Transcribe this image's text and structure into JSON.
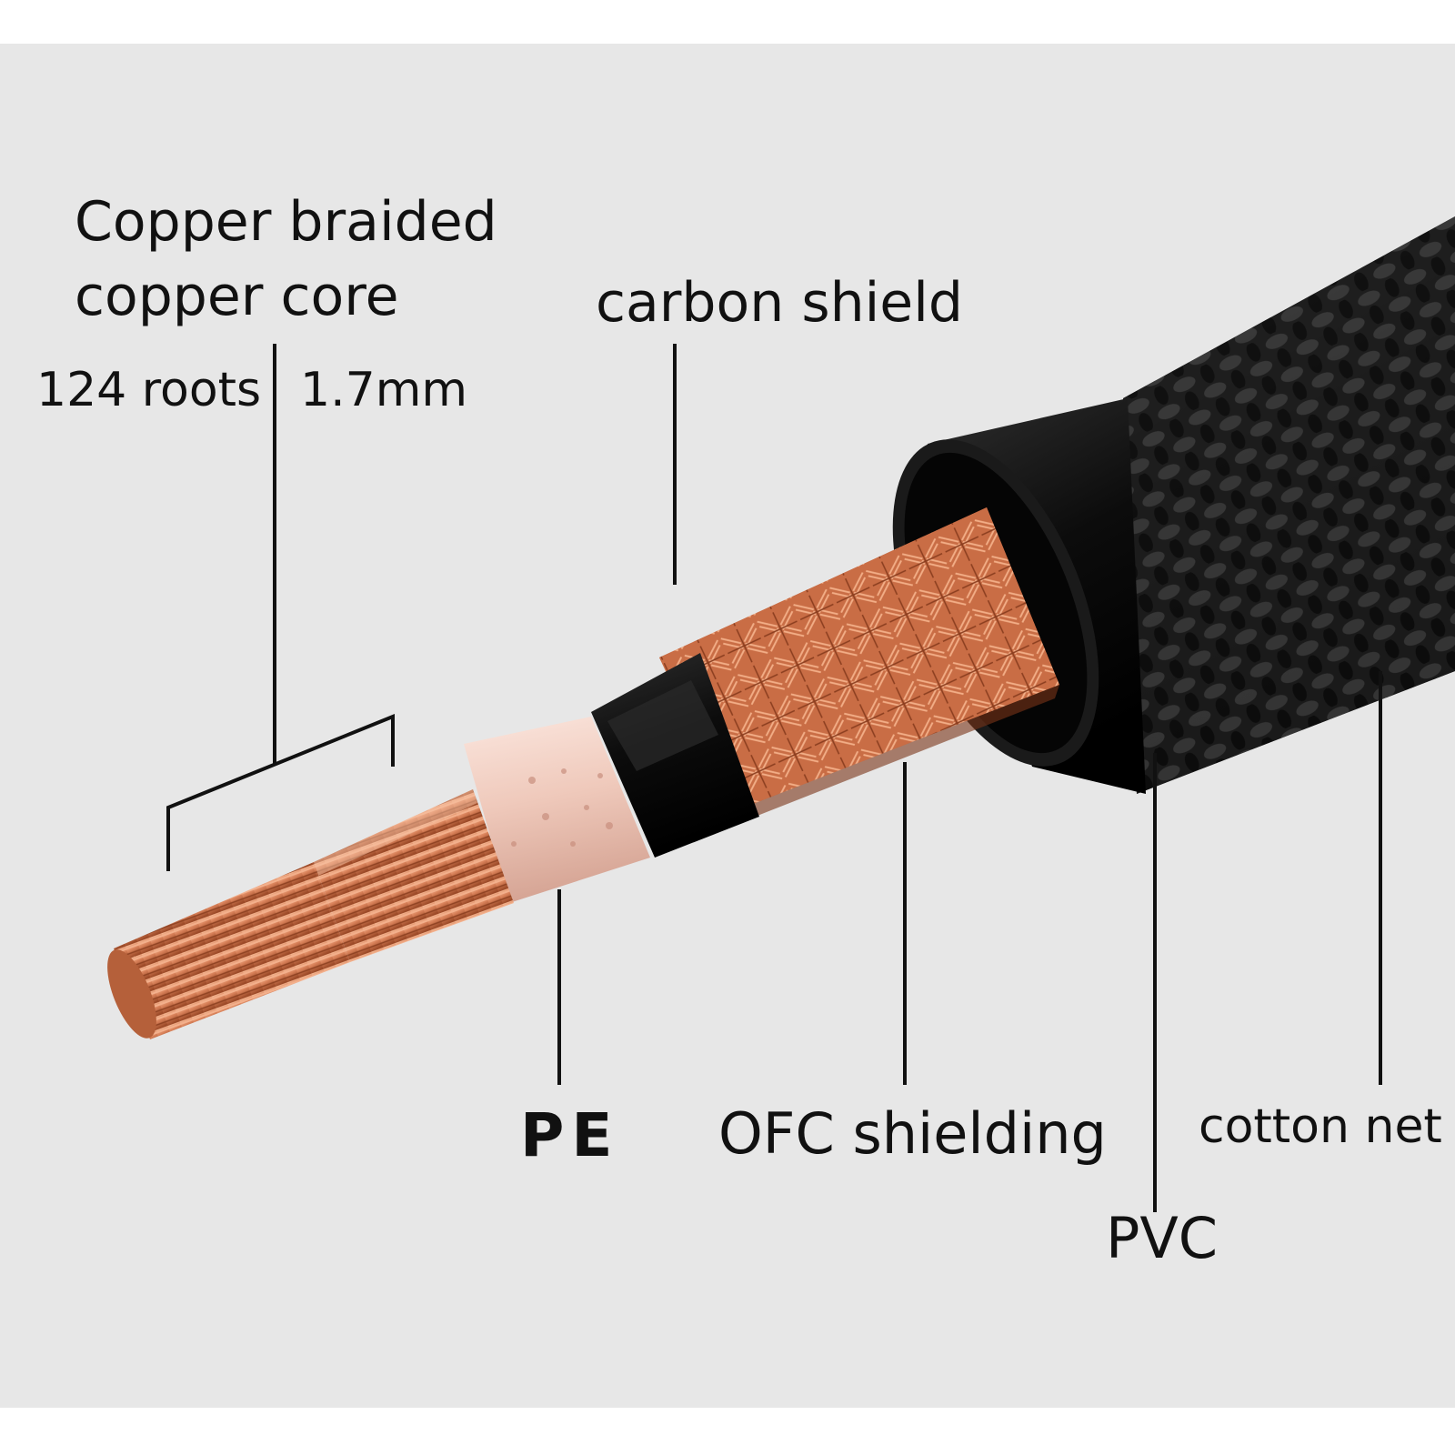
{
  "labels": {
    "core_line1": "Copper braided",
    "core_line2": "copper core",
    "roots": "124 roots",
    "diameter": "1.7mm",
    "carbon": "carbon shield",
    "pe": "PE",
    "ofc": "OFC shielding",
    "pvc": "PVC",
    "cotton": "cotton net"
  },
  "colors": {
    "background": "#e7e7e7",
    "copper": "#d9825a",
    "copper_dark": "#a44e2c",
    "pe_insulation": "#f0cfc4",
    "carbon_black": "#111111",
    "cotton_net": "#1c1c1c",
    "text": "#111111"
  }
}
